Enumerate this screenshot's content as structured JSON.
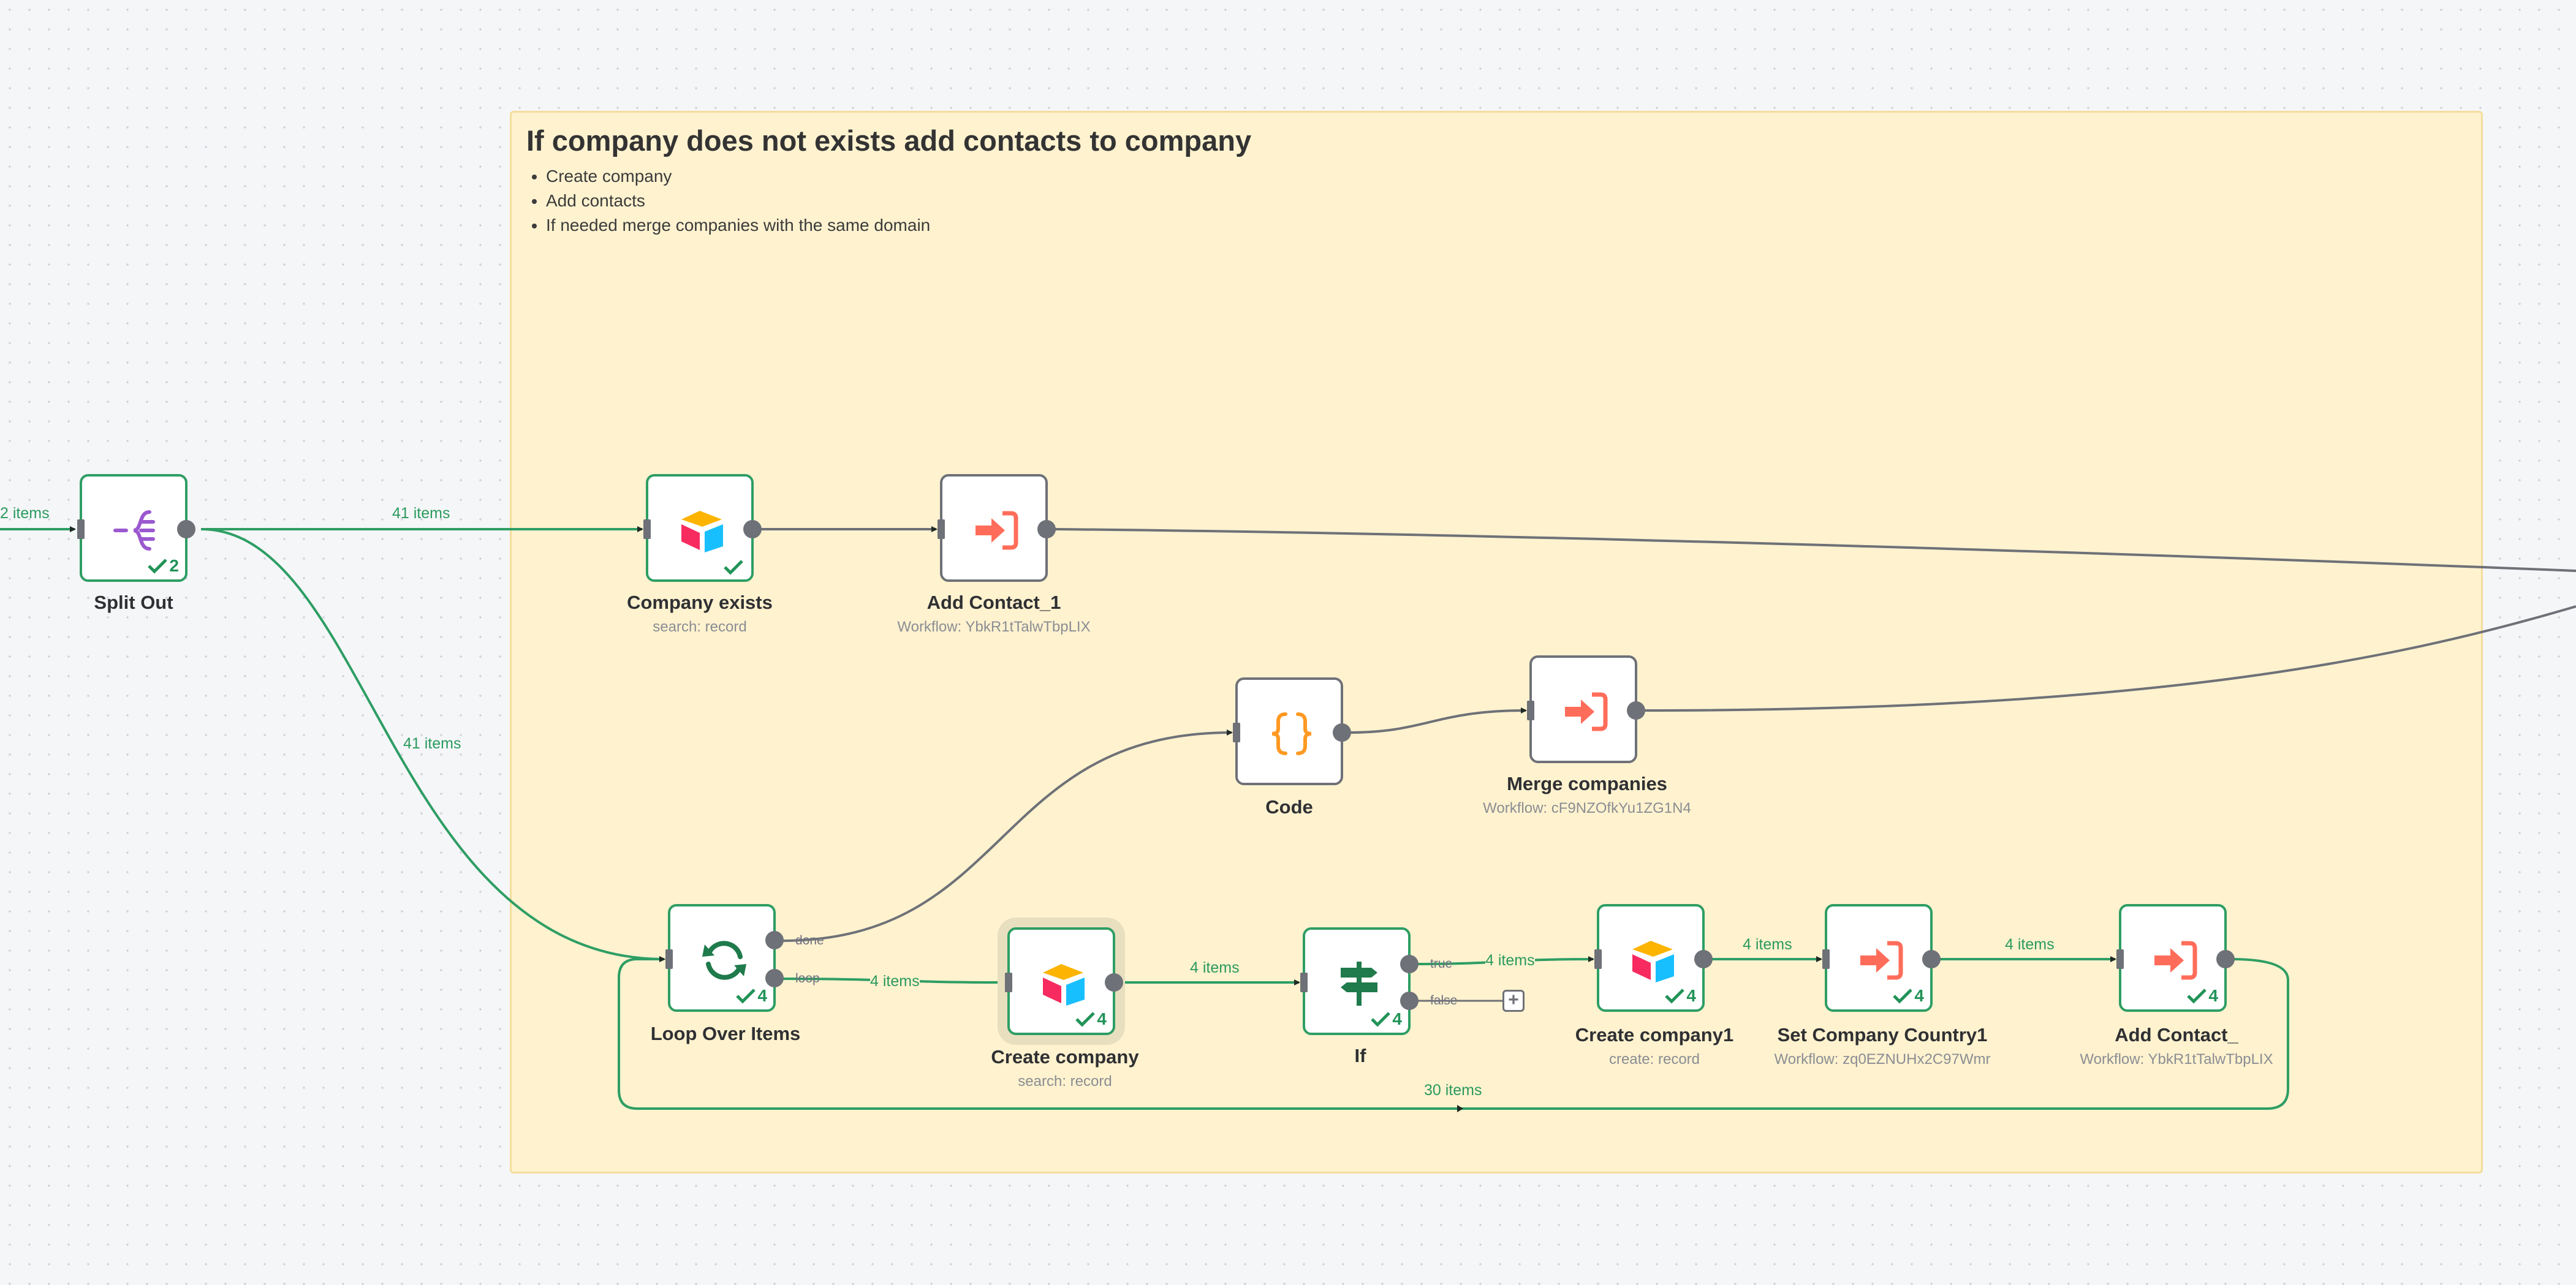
{
  "sticky_note": {
    "title": "If company does not exists add contacts to company",
    "bullets": [
      "Create company",
      "Add contacts",
      "If needed merge companies with the same domain"
    ]
  },
  "nodes": {
    "split_out": {
      "label": "Split Out",
      "subtitle": "",
      "count": "2",
      "icon": "split-out-icon"
    },
    "company_exists": {
      "label": "Company exists",
      "subtitle": "search: record",
      "count": "",
      "icon": "airtable-icon"
    },
    "add_contact_1": {
      "label": "Add Contact_1",
      "subtitle": "Workflow: YbkR1tTalwTbpLIX",
      "icon": "execute-workflow-icon"
    },
    "code": {
      "label": "Code",
      "subtitle": "",
      "icon": "code-braces-icon"
    },
    "merge_companies": {
      "label": "Merge companies",
      "subtitle": "Workflow: cF9NZOfkYu1ZG1N4",
      "icon": "execute-workflow-icon"
    },
    "loop_over_items": {
      "label": "Loop Over Items",
      "subtitle": "",
      "count": "4",
      "icon": "loop-icon"
    },
    "create_company": {
      "label": "Create company",
      "subtitle": "search: record",
      "count": "4",
      "icon": "airtable-icon"
    },
    "if": {
      "label": "If",
      "subtitle": "",
      "count": "4",
      "icon": "if-signpost-icon"
    },
    "create_company1": {
      "label": "Create company1",
      "subtitle": "create: record",
      "count": "4",
      "icon": "airtable-icon"
    },
    "set_company_country1": {
      "label": "Set Company Country1",
      "subtitle": "Workflow: zq0EZNUHx2C97Wmr",
      "count": "4",
      "icon": "execute-workflow-icon"
    },
    "add_contact_": {
      "label": "Add Contact_",
      "subtitle": "Workflow: YbkR1tTalwTbpLIX",
      "count": "4",
      "icon": "execute-workflow-icon"
    }
  },
  "edges": {
    "incoming": "2 items",
    "split_to_company_exists": "41 items",
    "split_to_loop": "41 items",
    "loop_to_create": "4 items",
    "create_to_if": "4 items",
    "if_true_to_create1": "4 items",
    "create1_to_set_country": "4 items",
    "set_country_to_add_contact": "4 items",
    "loopback": "30 items"
  },
  "port_labels": {
    "done": "done",
    "loop": "loop",
    "true": "true",
    "false": "false"
  },
  "add_button": "+",
  "colors": {
    "success": "#2e9e64",
    "idle_border": "#6e7177",
    "sticky_bg": "#fff2cf",
    "workflow_red": "#ff6d5a",
    "code_orange": "#ff9922",
    "loop_green": "#1f7a4c",
    "split_purple": "#9b59d0"
  }
}
